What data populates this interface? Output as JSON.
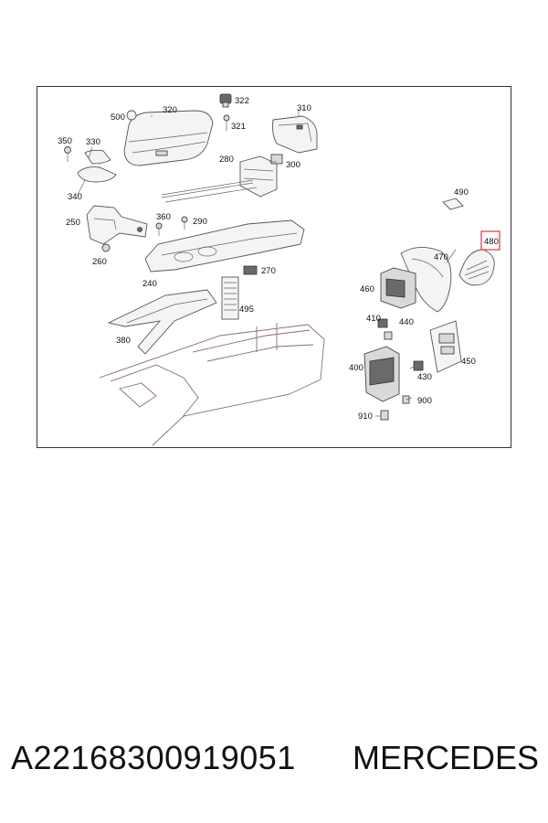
{
  "diagram": {
    "callouts": {
      "c500": "500",
      "c320": "320",
      "c322": "322",
      "c321": "321",
      "c310": "310",
      "c350": "350",
      "c330": "330",
      "c280": "280",
      "c300": "300",
      "c340": "340",
      "c250": "250",
      "c360": "360",
      "c290": "290",
      "c490": "490",
      "c260": "260",
      "c270": "270",
      "c470": "470",
      "c480": "480",
      "c240": "240",
      "c460": "460",
      "c495": "495",
      "c410": "410",
      "c440": "440",
      "c380": "380",
      "c450": "450",
      "c400": "400",
      "c430": "430",
      "c900": "900",
      "c910": "910"
    },
    "highlight_color": "#d93a3a"
  },
  "caption": {
    "part_number": "A22168300919051",
    "brand": "MERCEDES"
  }
}
